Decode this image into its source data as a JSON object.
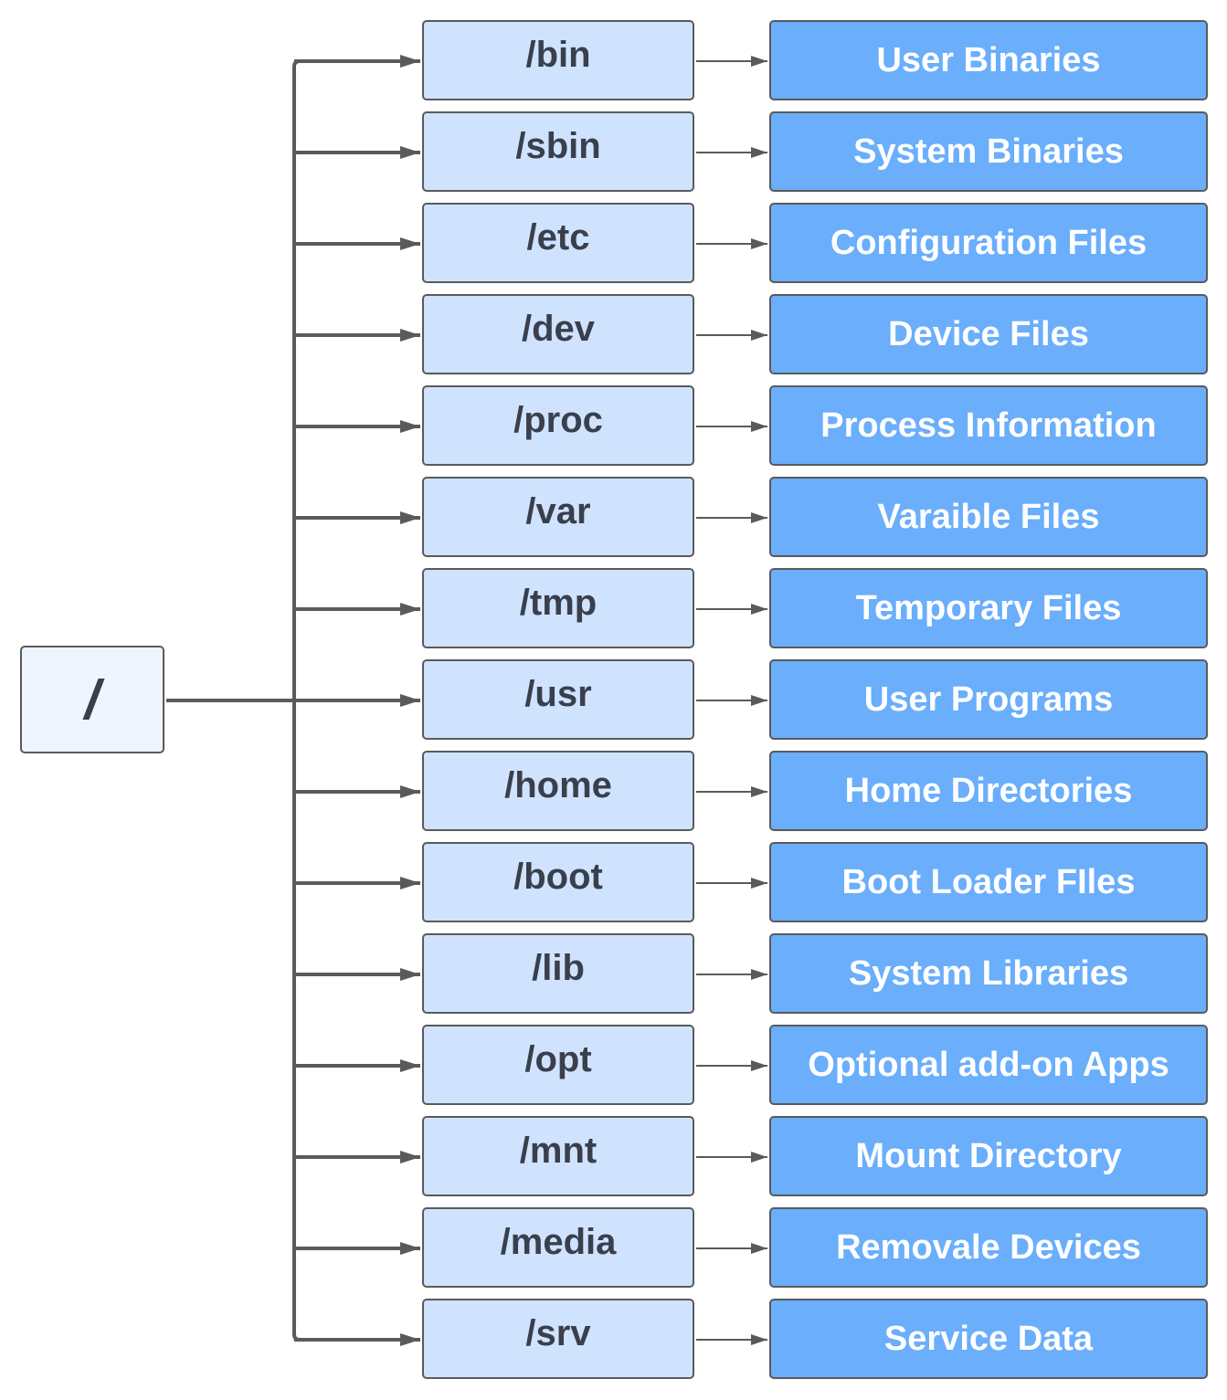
{
  "root": {
    "label": "/"
  },
  "entries": [
    {
      "dir": "/bin",
      "desc": "User Binaries"
    },
    {
      "dir": "/sbin",
      "desc": "System Binaries"
    },
    {
      "dir": "/etc",
      "desc": "Configuration Files"
    },
    {
      "dir": "/dev",
      "desc": "Device Files"
    },
    {
      "dir": "/proc",
      "desc": "Process Information"
    },
    {
      "dir": "/var",
      "desc": "Varaible Files"
    },
    {
      "dir": "/tmp",
      "desc": "Temporary Files"
    },
    {
      "dir": "/usr",
      "desc": "User Programs"
    },
    {
      "dir": "/home",
      "desc": "Home Directories"
    },
    {
      "dir": "/boot",
      "desc": "Boot Loader FIles"
    },
    {
      "dir": "/lib",
      "desc": "System Libraries"
    },
    {
      "dir": "/opt",
      "desc": "Optional add-on Apps"
    },
    {
      "dir": "/mnt",
      "desc": "Mount Directory"
    },
    {
      "dir": "/media",
      "desc": "Removale Devices"
    },
    {
      "dir": "/srv",
      "desc": "Service Data"
    }
  ],
  "colors": {
    "root_fill": "#eef5ff",
    "dir_fill": "#cfe3ff",
    "desc_fill": "#6aaefc",
    "stroke": "#5a5a5a",
    "dir_text": "#3a3f4c",
    "desc_text": "#ffffff"
  }
}
